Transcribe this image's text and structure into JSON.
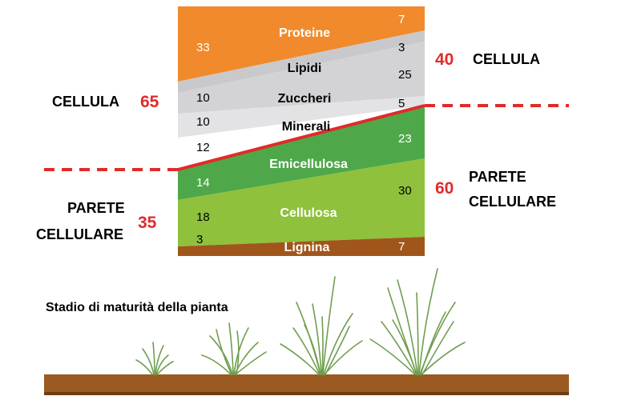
{
  "colors": {
    "proteine": "#f08a2c",
    "lipidi": "#c9c9cb",
    "zuccheri": "#d3d3d5",
    "minerali": "#e3e3e5",
    "white_band": "#ffffff",
    "emicellulosa": "#4ea84a",
    "cellulosa": "#8fc13c",
    "lignina": "#a0561b",
    "divider": "#e02b2b",
    "accent_red": "#e02b2b",
    "soil": "#9a5a22",
    "grass": "#6f9e4f"
  },
  "components": {
    "proteine": "Proteine",
    "lipidi": "Lipidi",
    "zuccheri": "Zuccheri",
    "minerali": "Minerali",
    "emicellulosa": "Emicellulosa",
    "cellulosa": "Cellulosa",
    "lignina": "Lignina"
  },
  "left_values": {
    "proteine": "33",
    "zuccheri": "10",
    "minerali": "10",
    "white_band": "12",
    "emicellulosa": "14",
    "cellulosa": "18",
    "lignina": "3"
  },
  "right_values": {
    "proteine": "7",
    "lipidi": "3",
    "zuccheri": "25",
    "minerali": "5",
    "emicellulosa": "23",
    "cellulosa": "30",
    "lignina": "7"
  },
  "left_annotations": {
    "cellula_label": "CELLULA",
    "cellula_value": "65",
    "parete_line1": "PARETE",
    "parete_line2": "CELLULARE",
    "parete_value": "35"
  },
  "right_annotations": {
    "cellula_label": "CELLULA",
    "cellula_value": "40",
    "parete_line1": "PARETE",
    "parete_line2": "CELLULARE",
    "parete_value": "60"
  },
  "caption": "Stadio di maturità della pianta"
}
